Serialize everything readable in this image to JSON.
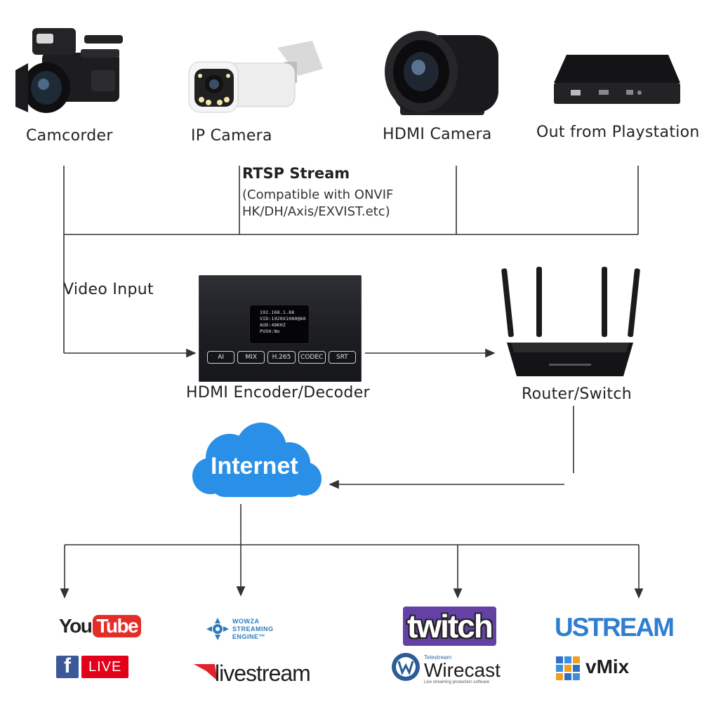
{
  "sources": {
    "camcorder": "Camcorder",
    "ip_camera": "IP Camera",
    "hdmi_camera": "HDMI Camera",
    "playstation": "Out from Playstation"
  },
  "rtsp": {
    "title": "RTSP Stream",
    "line1": "(Compatible with ONVIF",
    "line2": "HK/DH/Axis/EXVIST.etc)"
  },
  "video_input": "Video Input",
  "encoder": {
    "label": "HDMI Encoder/Decoder",
    "screen": [
      "192.168.1.88",
      "VID:1920X1080@60",
      "AUD:48KHZ",
      "PUSH:No"
    ],
    "buttons": [
      "AI",
      "MIX",
      "H.265",
      "CODEC",
      "SRT"
    ]
  },
  "router": {
    "label": "Router/Switch"
  },
  "internet": {
    "label": "Internet"
  },
  "platforms": {
    "youtube": {
      "you": "You",
      "tube": "Tube"
    },
    "facebook": {
      "f": "f",
      "live": "LIVE"
    },
    "wowza": {
      "line1": "WOWZA",
      "line2": "STREAMING",
      "line3": "ENGINE™"
    },
    "livestream": "livestream",
    "twitch": "twitch",
    "wirecast": {
      "brand": "Telestream",
      "name": "Wirecast",
      "tagline": "Live streaming production software"
    },
    "ustream": "USTREAM",
    "vmix": "vMix"
  },
  "colors": {
    "internet_cloud": "#2a8fe6",
    "youtube_red": "#e52d27",
    "facebook_blue": "#3b5998",
    "twitch_purple": "#6441a5",
    "ustream_blue": "#2f7fd1"
  }
}
